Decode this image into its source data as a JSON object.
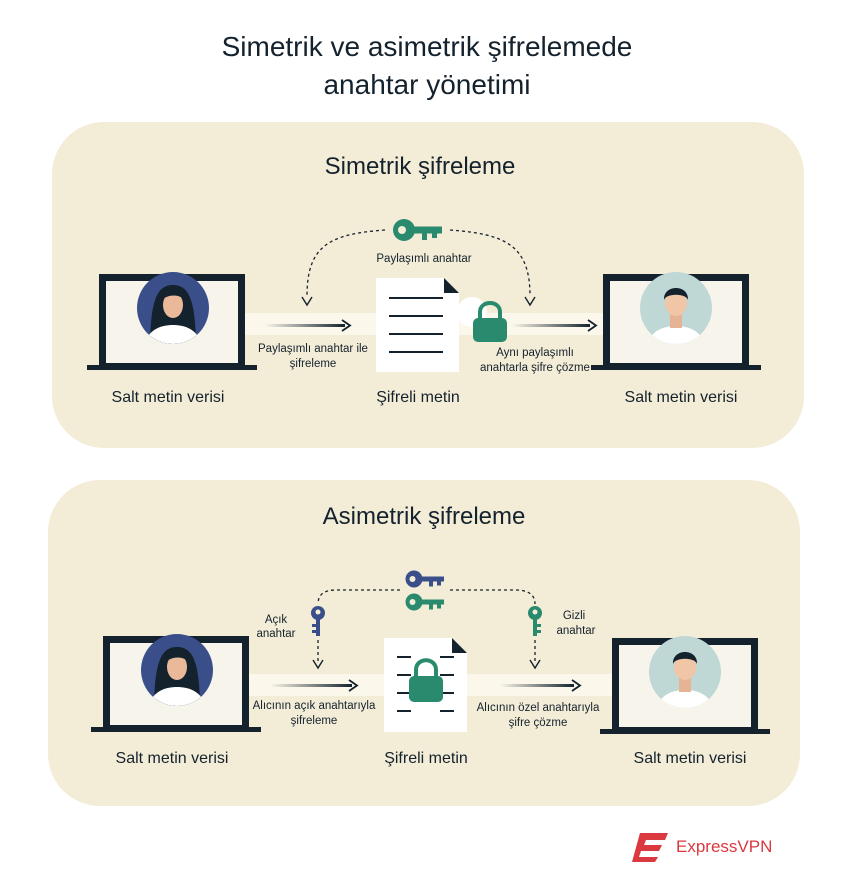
{
  "title": {
    "line1": "Simetrik ve asimetrik şifrelemede",
    "line2": "anahtar yönetimi"
  },
  "symmetric": {
    "heading": "Simetrik şifreleme",
    "key_label": "Paylaşımlı anahtar",
    "encrypt_label_line1": "Paylaşımlı anahtar ile",
    "encrypt_label_line2": "şifreleme",
    "decrypt_label_line1": "Aynı paylaşımlı",
    "decrypt_label_line2": "anahtarla şifre çözme",
    "left_label": "Salt metin verisi",
    "middle_label": "Şifreli metin",
    "right_label": "Salt metin verisi"
  },
  "asymmetric": {
    "heading": "Asimetrik şifreleme",
    "public_key_label_line1": "Açık",
    "public_key_label_line2": "anahtar",
    "private_key_label_line1": "Gizli",
    "private_key_label_line2": "anahtar",
    "encrypt_label_line1": "Alıcının açık anahtarıyla",
    "encrypt_label_line2": "şifreleme",
    "decrypt_label_line1": "Alıcının özel anahtarıyla",
    "decrypt_label_line2": "şifre çözme",
    "left_label": "Salt metin verisi",
    "middle_label": "Şifreli metin",
    "right_label": "Salt metin verisi"
  },
  "brand": {
    "name": "ExpressVPN"
  },
  "colors": {
    "panel": "#f3ecd6",
    "text": "#14222e",
    "green": "#2a8a6e",
    "blue": "#3a4f8a",
    "brand_red": "#da3940"
  },
  "icons": {
    "key": "key-icon",
    "lock": "padlock-icon",
    "document": "document-icon",
    "laptop": "laptop-icon",
    "avatar": "avatar-icon"
  }
}
